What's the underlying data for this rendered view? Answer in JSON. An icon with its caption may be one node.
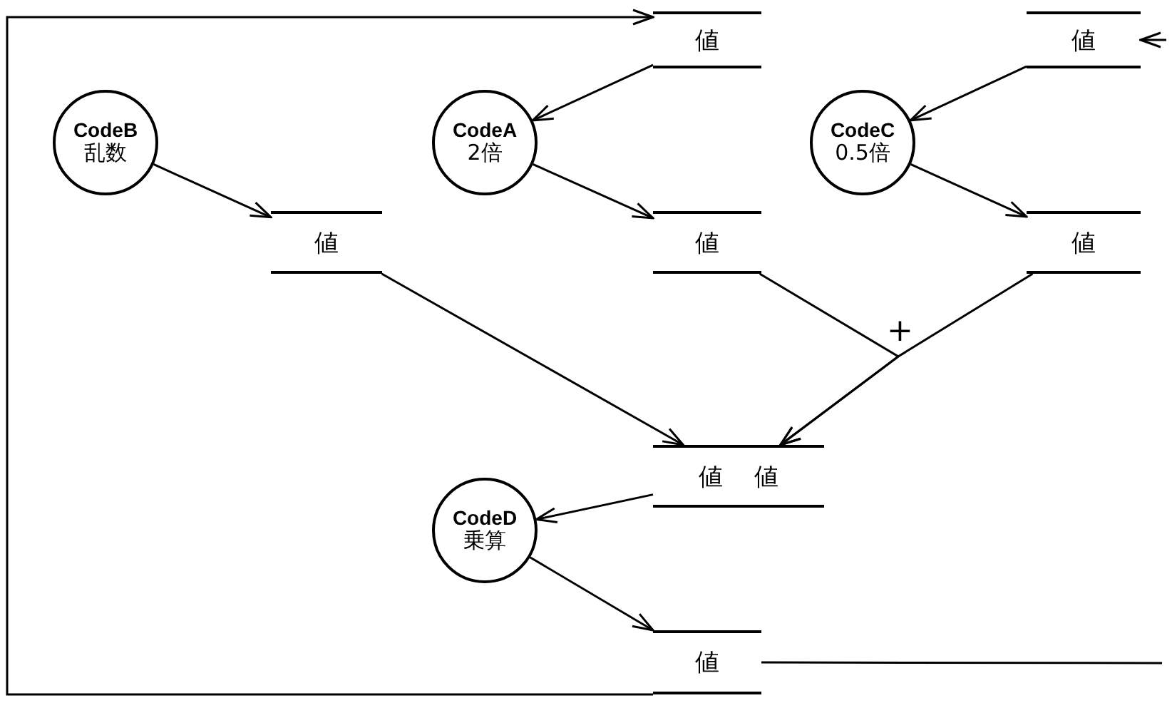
{
  "diagram": {
    "nodes": [
      {
        "text": [
          "値"
        ]
      },
      {
        "text": [
          "値"
        ]
      },
      {
        "text": [
          "CodeB",
          "乱数"
        ]
      },
      {
        "text": [
          "CodeA",
          "2倍"
        ]
      },
      {
        "text": [
          "CodeC",
          "0.5倍"
        ]
      },
      {
        "text": [
          "値"
        ]
      },
      {
        "text": [
          "値"
        ]
      },
      {
        "text": [
          "値"
        ]
      },
      {
        "text": [
          "値",
          "値"
        ]
      },
      {
        "text": [
          "CodeD",
          "乗算"
        ]
      },
      {
        "text": [
          "値"
        ]
      }
    ],
    "edges": [
      {
        "from": 0,
        "to": 3,
        "arrow": "to"
      },
      {
        "from": 1,
        "to": 4,
        "arrow": "to"
      },
      {
        "from": null,
        "to": 1,
        "arrow": "to"
      },
      {
        "from": 2,
        "to": 5,
        "arrow": "to"
      },
      {
        "from": 3,
        "to": 6,
        "arrow": "to"
      },
      {
        "from": 4,
        "to": 7,
        "arrow": "to"
      },
      {
        "from": 5,
        "to": 8,
        "arrow": "to"
      },
      {
        "from": 6,
        "to": 8,
        "arrow": "to"
      },
      {
        "from": 7,
        "to": 8,
        "arrow": "to"
      },
      {
        "from": 8,
        "to": 9,
        "arrow": "to"
      },
      {
        "from": 9,
        "to": 10,
        "arrow": "to"
      },
      {
        "from": 10,
        "to": 0,
        "arrow": "to"
      },
      {
        "from": 10,
        "to": null,
        "arrow": "none"
      }
    ],
    "labels": [
      "+"
    ]
  }
}
